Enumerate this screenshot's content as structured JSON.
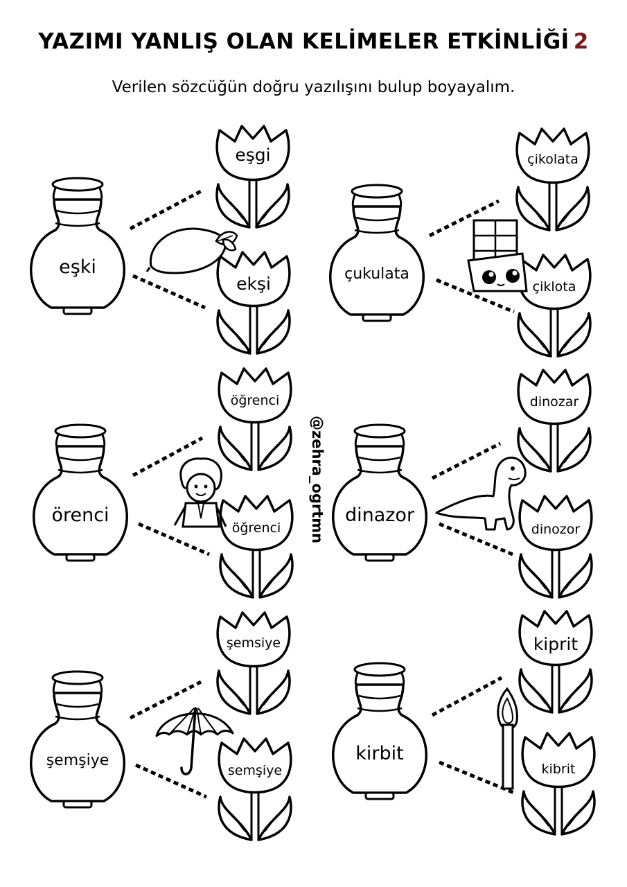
{
  "title": "YAZIMI YANLIŞ OLAN KELİMELER ETKİNLİĞİ",
  "title_number": "2",
  "subtitle": "Verilen sözcüğün doğru yazılışını bulup boyayalım.",
  "watermark": "@zehra_ogrtmn",
  "items": [
    {
      "vase_word": "eşki",
      "option_top": "eşgi",
      "option_bottom": "ekşi",
      "picture": "lemon-icon"
    },
    {
      "vase_word": "çukulata",
      "option_top": "çikolata",
      "option_bottom": "çiklota",
      "picture": "chocolate-icon"
    },
    {
      "vase_word": "örenci",
      "option_top": "öğrenci",
      "option_bottom": "öğrenci",
      "picture": "student-icon"
    },
    {
      "vase_word": "dinazor",
      "option_top": "dinozar",
      "option_bottom": "dinozor",
      "picture": "dinosaur-icon"
    },
    {
      "vase_word": "şemşiye",
      "option_top": "şemsiye",
      "option_bottom": "semşiye",
      "picture": "umbrella-icon"
    },
    {
      "vase_word": "kirbit",
      "option_top": "kiprit",
      "option_bottom": "kibrit",
      "picture": "matchstick-icon"
    }
  ]
}
